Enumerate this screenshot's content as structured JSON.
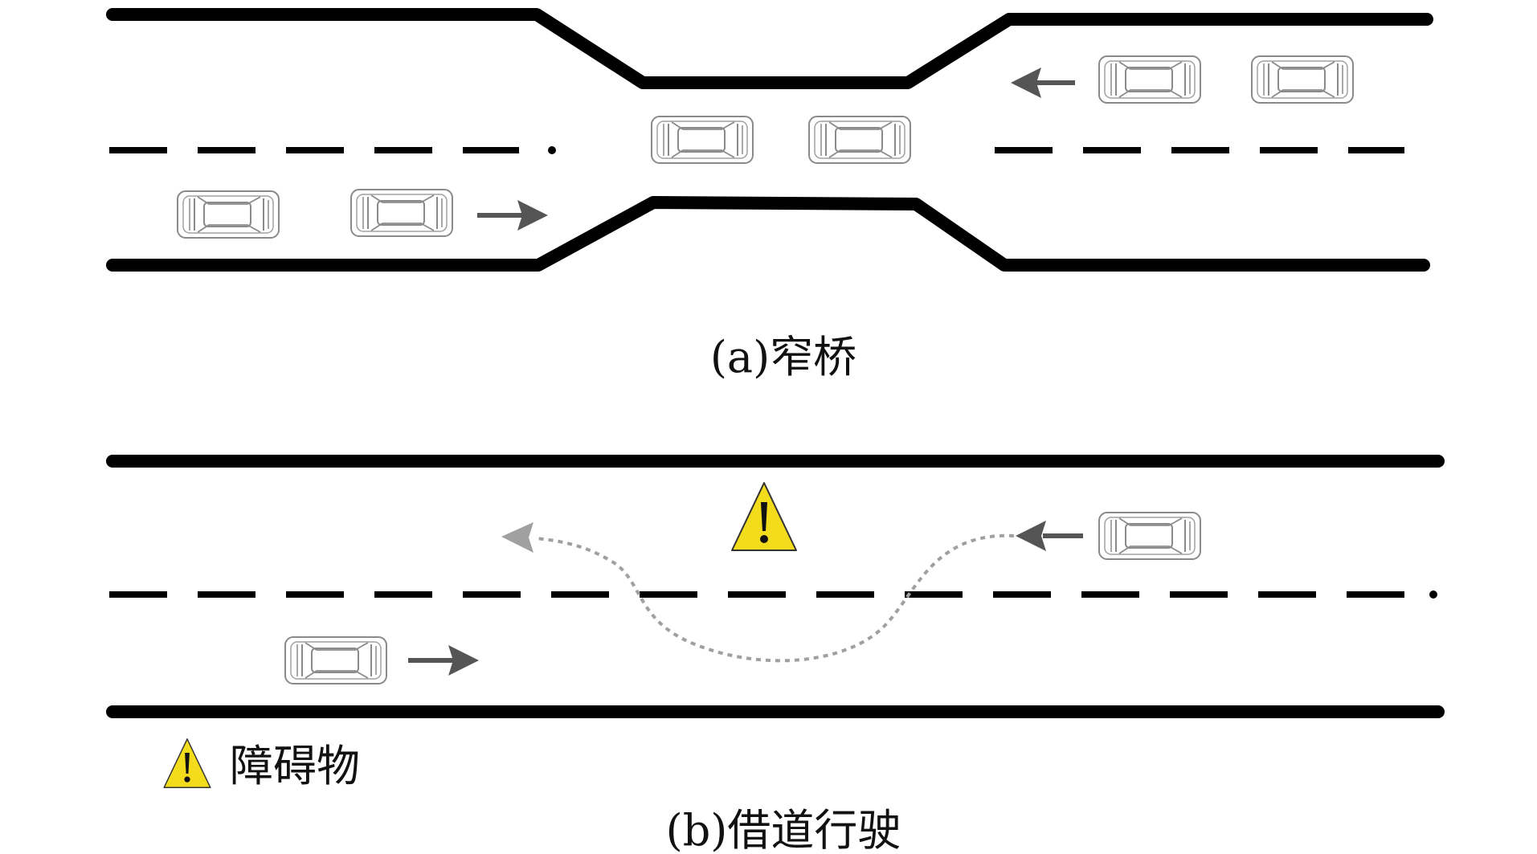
{
  "panel_a": {
    "caption": "(a)窄桥"
  },
  "panel_b": {
    "caption": "(b)借道行驶"
  },
  "legend": {
    "obstacle_label": "障碍物",
    "icon": "warning-triangle-icon"
  },
  "colors": {
    "road_edge": "#000000",
    "car_outline": "#8a8a8a",
    "arrow": "#555555",
    "path": "#a0a0a0",
    "warning_fill": "#f2dc1c",
    "warning_stroke": "#333333"
  }
}
